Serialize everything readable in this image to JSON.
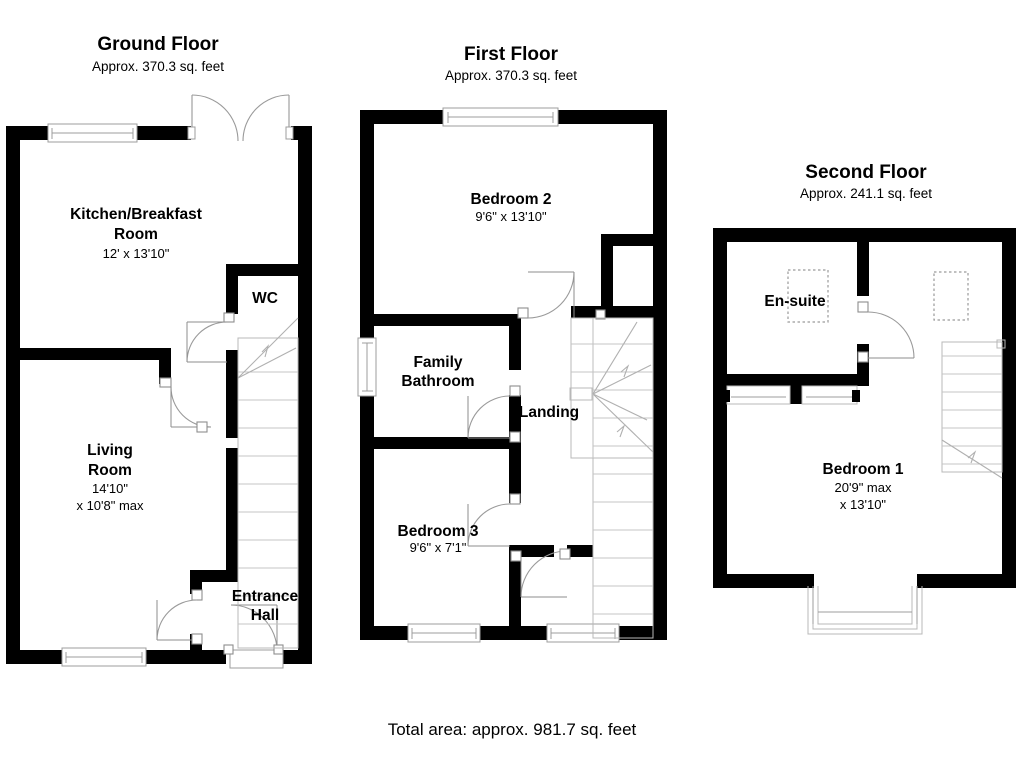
{
  "document": {
    "type": "residential-floor-plan",
    "background_color": "#ffffff",
    "wall_color": "#000000",
    "total_area_label": "Total area: approx. 981.7 sq. feet"
  },
  "floors": [
    {
      "id": "ground",
      "title": "Ground Floor",
      "area_label": "Approx. 370.3 sq. feet",
      "rooms": [
        {
          "id": "kitchen",
          "name_line1": "Kitchen/Breakfast",
          "name_line2": "Room",
          "dims": "12' x 13'10\""
        },
        {
          "id": "wc",
          "name_line1": "WC",
          "name_line2": "",
          "dims": ""
        },
        {
          "id": "living",
          "name_line1": "Living",
          "name_line2": "Room",
          "dims_line1": "14'10\"",
          "dims_line2": "x 10'8\" max"
        },
        {
          "id": "entrance",
          "name_line1": "Entrance",
          "name_line2": "Hall",
          "dims": ""
        }
      ]
    },
    {
      "id": "first",
      "title": "First Floor",
      "area_label": "Approx. 370.3 sq. feet",
      "rooms": [
        {
          "id": "bedroom2",
          "name_line1": "Bedroom 2",
          "name_line2": "",
          "dims": "9'6\" x 13'10\""
        },
        {
          "id": "bathroom",
          "name_line1": "Family",
          "name_line2": "Bathroom",
          "dims": ""
        },
        {
          "id": "landing",
          "name_line1": "Landing",
          "name_line2": "",
          "dims": ""
        },
        {
          "id": "bedroom3",
          "name_line1": "Bedroom 3",
          "name_line2": "",
          "dims": "9'6\" x 7'1\""
        }
      ]
    },
    {
      "id": "second",
      "title": "Second Floor",
      "area_label": "Approx. 241.1 sq. feet",
      "rooms": [
        {
          "id": "ensuite",
          "name_line1": "En-suite",
          "name_line2": "",
          "dims": ""
        },
        {
          "id": "bedroom1",
          "name_line1": "Bedroom 1",
          "name_line2": "",
          "dims_line1": "20'9\" max",
          "dims_line2": "x 13'10\""
        }
      ]
    }
  ]
}
